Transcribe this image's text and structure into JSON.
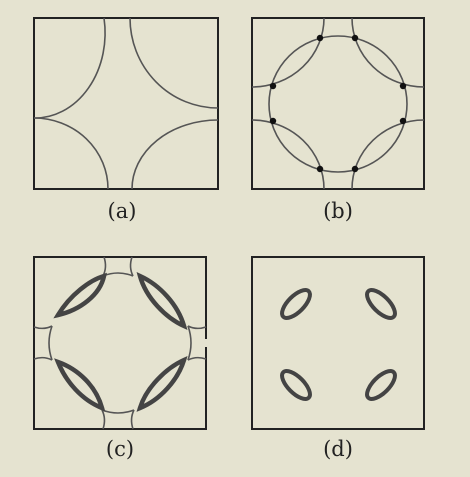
{
  "panels": [
    {
      "id": "a",
      "caption": "(a)"
    },
    {
      "id": "b",
      "caption": "(b)"
    },
    {
      "id": "c",
      "caption": "(c)"
    },
    {
      "id": "d",
      "caption": "(d)"
    }
  ],
  "colors": {
    "background": "#e5e3d0",
    "frame": "#222222",
    "curve": "#555555",
    "pocket": "#3d3d3d",
    "dot": "#111111"
  }
}
